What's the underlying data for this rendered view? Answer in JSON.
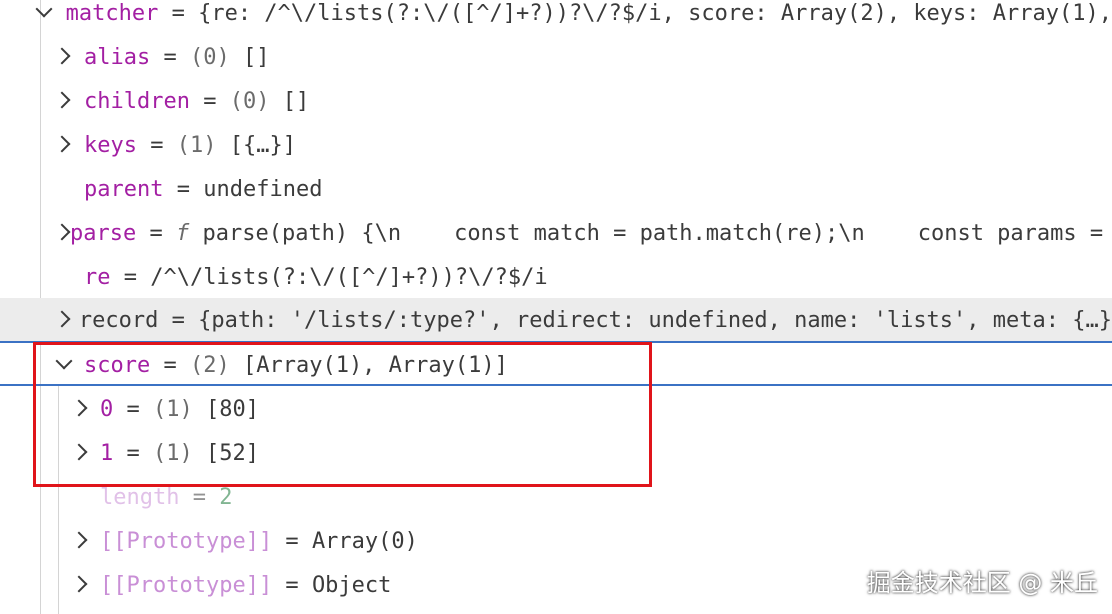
{
  "top": {
    "name": "matcher",
    "eq": " = ",
    "value": "{re: /^\\/lists(?:\\/([^/]+?))?\\/?$/i, score: Array(2), keys: Array(1),"
  },
  "rows": [
    {
      "name": "alias",
      "eq": " = ",
      "count": "(0)",
      "value": " []"
    },
    {
      "name": "children",
      "eq": " = ",
      "count": "(0)",
      "value": " []"
    },
    {
      "name": "keys",
      "eq": " = ",
      "count": "(1)",
      "value": " [{…}]"
    },
    {
      "name": "parent",
      "eq": " = ",
      "value": "undefined"
    },
    {
      "name": "parse",
      "eq": " = ",
      "fn": "f",
      "value": " parse(path) {\\n    const match = path.match(re);\\n    const params = "
    },
    {
      "name": "re",
      "eq": " = ",
      "value": "/^\\/lists(?:\\/([^/]+?))?\\/?$/i"
    },
    {
      "name": "record",
      "eq": " = ",
      "value": "{path: '/lists/:type?', redirect: undefined, name: 'lists', meta: {…}"
    },
    {
      "name": "score",
      "eq": " = ",
      "count": "(2)",
      "value": " [Array(1), Array(1)]"
    }
  ],
  "score_children": [
    {
      "name": "0",
      "eq": " = ",
      "count": "(1)",
      "value": " [80]"
    },
    {
      "name": "1",
      "eq": " = ",
      "count": "(1)",
      "value": " [52]"
    },
    {
      "name": "length",
      "eq": " = ",
      "value": "2"
    },
    {
      "name": "[[Prototype]]",
      "eq": " = ",
      "value": "Array(0)"
    }
  ],
  "outer_proto": {
    "name": "[[Prototype]]",
    "eq": " = ",
    "value": "Object"
  },
  "watermark": "掘金技术社区 @ 米丘",
  "colors": {
    "property": "#a31fa3",
    "prototype": "#c98fd6",
    "number": "#1b7a3a",
    "highlight_box": "#e0141a",
    "separator": "#3b72c4"
  }
}
